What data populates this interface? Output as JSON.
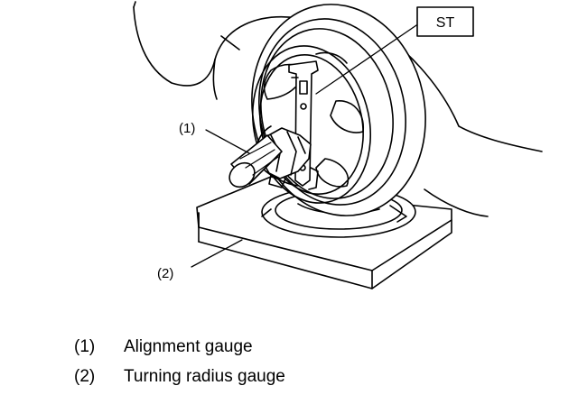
{
  "callouts": {
    "st": "ST",
    "item1": "(1)",
    "item2": "(2)"
  },
  "legend": [
    {
      "number": "(1)",
      "text": "Alignment gauge"
    },
    {
      "number": "(2)",
      "text": "Turning radius gauge"
    }
  ]
}
